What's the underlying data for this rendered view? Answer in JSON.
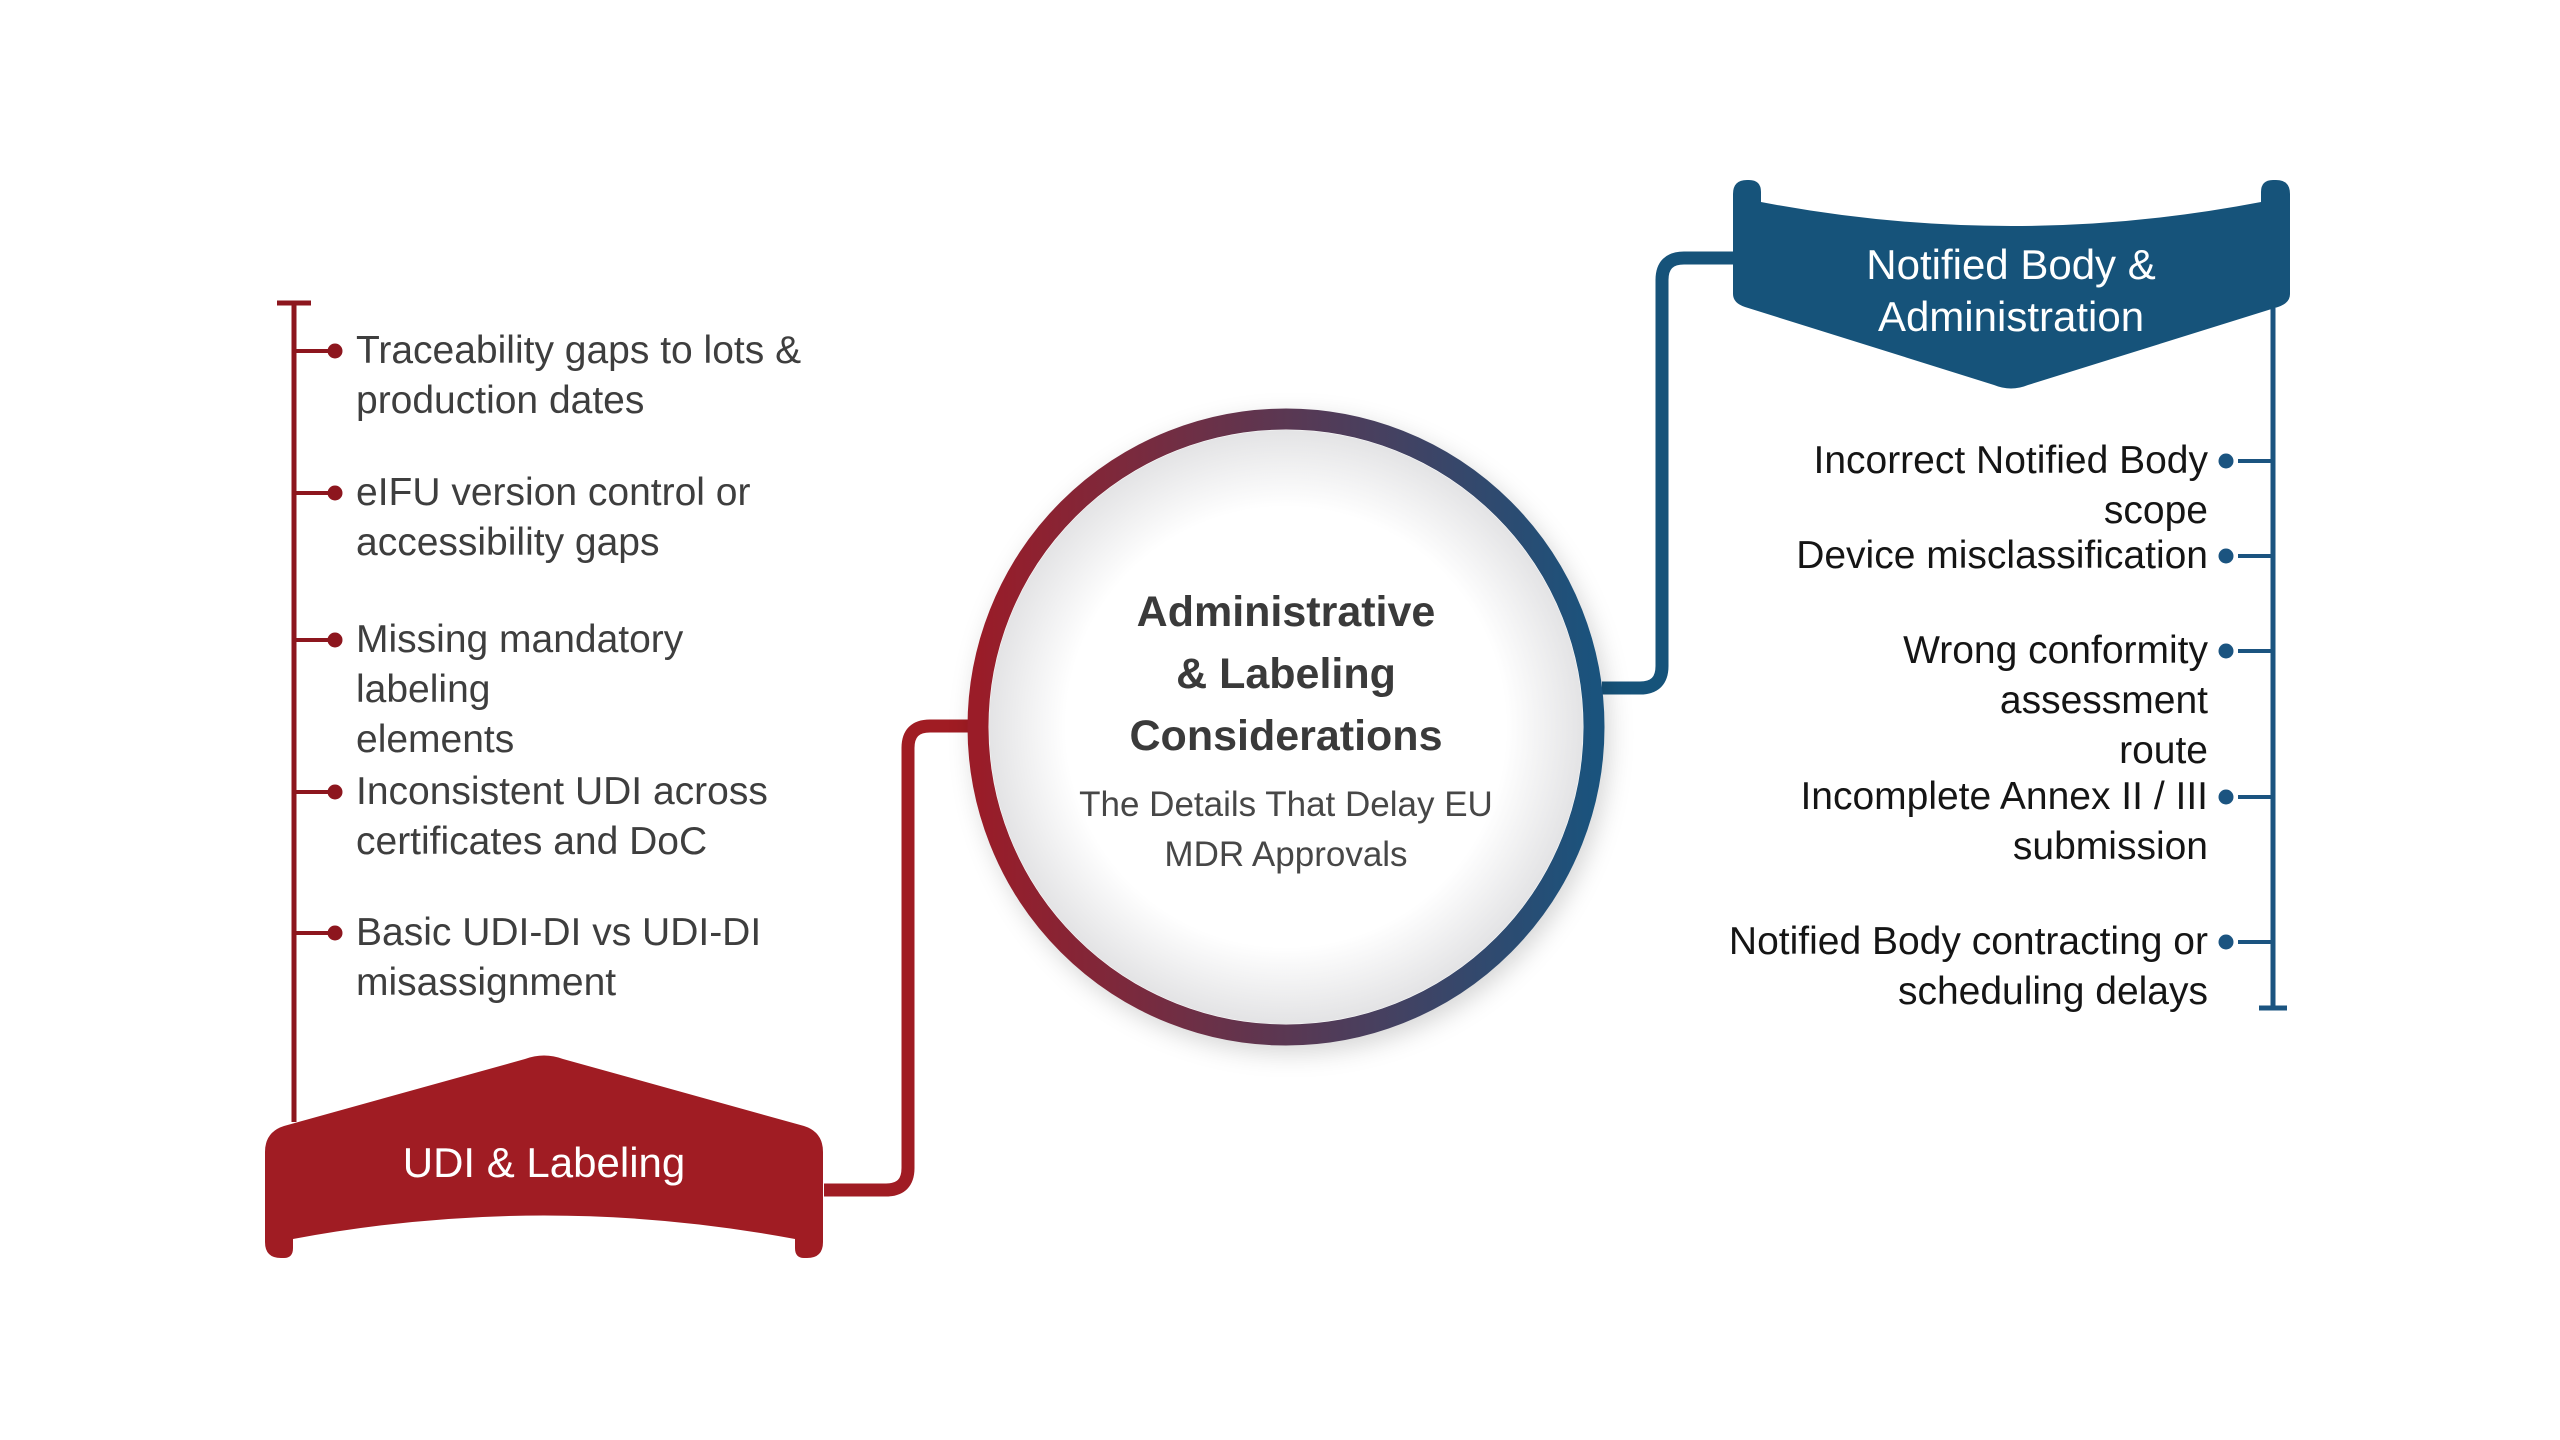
{
  "colors": {
    "red": "#A01C23",
    "red_dark": "#8D161E",
    "blue": "#16537A",
    "blue_dark": "#1B5480",
    "ring_gradient_left": "#9A1C28",
    "ring_gradient_right": "#1A537D",
    "banner_text": "#ffffff",
    "title_text": "#3a3a3a",
    "left_item_text": "#3e3e3e",
    "right_item_text": "#151515",
    "background": "#ffffff"
  },
  "center": {
    "title_lines": [
      "Administrative",
      "& Labeling",
      "Considerations"
    ],
    "subtitle_lines": [
      "The Details That Delay EU",
      "MDR Approvals"
    ]
  },
  "left_branch": {
    "banner_label": "UDI & Labeling",
    "items": [
      [
        "Traceability gaps to lots &",
        "production dates"
      ],
      [
        "eIFU version control or",
        "accessibility gaps"
      ],
      [
        "Missing mandatory labeling",
        "elements"
      ],
      [
        "Inconsistent UDI across",
        "certificates and DoC"
      ],
      [
        "Basic UDI-DI vs UDI-DI",
        "misassignment"
      ]
    ]
  },
  "right_branch": {
    "banner_label_lines": [
      "Notified Body &",
      "Administration"
    ],
    "items": [
      [
        "Incorrect Notified Body scope"
      ],
      [
        "Device misclassification"
      ],
      [
        "Wrong conformity assessment",
        "route"
      ],
      [
        "Incomplete Annex II / III",
        "submission"
      ],
      [
        "Notified Body contracting or",
        "scheduling delays"
      ]
    ]
  }
}
